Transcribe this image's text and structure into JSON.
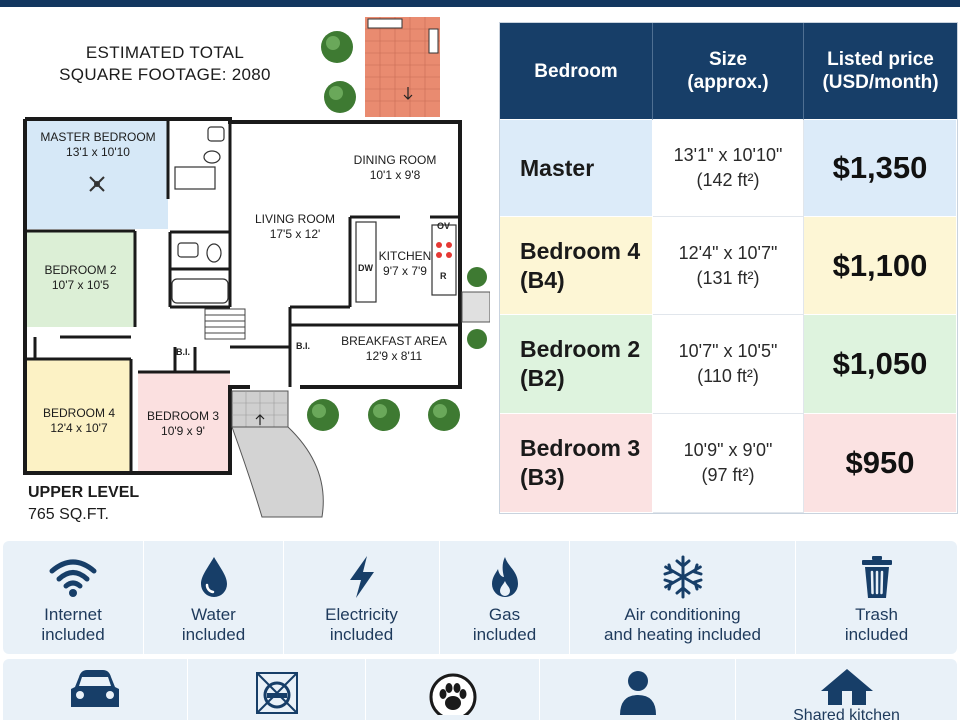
{
  "plan": {
    "estimated_label": "ESTIMATED TOTAL",
    "square_footage_label": "SQUARE FOOTAGE: 2080",
    "level_title": "UPPER LEVEL",
    "level_area": "765 SQ.FT.",
    "rooms": {
      "master": {
        "name": "MASTER BEDROOM",
        "dim": "13'1 x 10'10"
      },
      "bedroom2": {
        "name": "BEDROOM 2",
        "dim": "10'7 x 10'5"
      },
      "bedroom4": {
        "name": "BEDROOM 4",
        "dim": "12'4 x 10'7"
      },
      "bedroom3": {
        "name": "BEDROOM 3",
        "dim": "10'9 x 9'"
      },
      "living": {
        "name": "LIVING ROOM",
        "dim": "17'5 x 12'"
      },
      "dining": {
        "name": "DINING ROOM",
        "dim": "10'1 x 9'8"
      },
      "kitchen": {
        "name": "KITCHEN",
        "dim": "9'7 x 7'9"
      },
      "breakfast": {
        "name": "BREAKFAST AREA",
        "dim": "12'9 x 8'11"
      }
    },
    "tags": {
      "ov": "OV",
      "dw": "DW",
      "r": "R",
      "bi1": "B.I.",
      "bi2": "B.I."
    }
  },
  "table": {
    "headers": {
      "bedroom": "Bedroom",
      "size": "Size\n(approx.)",
      "price": "Listed price\n(USD/month)"
    },
    "rows": [
      {
        "name": "Master",
        "size": "13'1\" x 10'10\"\n(142 ft²)",
        "price": "$1,350",
        "color": "#dcebf9"
      },
      {
        "name": "Bedroom 4\n(B4)",
        "size": "12'4\" x 10'7\"\n(131 ft²)",
        "price": "$1,100",
        "color": "#fdf6d5"
      },
      {
        "name": "Bedroom 2\n(B2)",
        "size": "10'7\" x 10'5\"\n(110 ft²)",
        "price": "$1,050",
        "color": "#def3de"
      },
      {
        "name": "Bedroom 3\n(B3)",
        "size": "10'9\" x 9'0\"\n(97 ft²)",
        "price": "$950",
        "color": "#fbe2e2"
      }
    ]
  },
  "amenities": [
    {
      "label": "Internet\nincluded",
      "icon": "wifi-icon"
    },
    {
      "label": "Water\nincluded",
      "icon": "water-drop-icon"
    },
    {
      "label": "Electricity\nincluded",
      "icon": "lightning-icon"
    },
    {
      "label": "Gas\nincluded",
      "icon": "flame-icon"
    },
    {
      "label": "Air conditioning\nand heating included",
      "icon": "snowflake-icon"
    },
    {
      "label": "Trash\nincluded",
      "icon": "trash-icon"
    }
  ],
  "amenities_row2": [
    {
      "label": "",
      "icon": "car-icon"
    },
    {
      "label": "",
      "icon": "no-smoking-icon"
    },
    {
      "label": "",
      "icon": "paw-icon"
    },
    {
      "label": "",
      "icon": "person-icon"
    },
    {
      "label": "Shared kitchen",
      "icon": "house-icon"
    }
  ],
  "colors": {
    "header": "#173e68",
    "amenity_bg": "#e9f1f8",
    "icon": "#173e68"
  }
}
